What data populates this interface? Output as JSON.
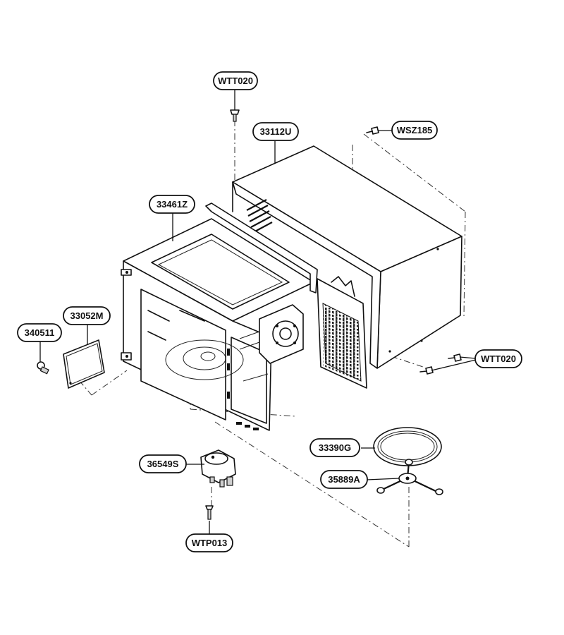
{
  "labels": {
    "wtt020_top": "WTT020",
    "p33112u": "33112U",
    "wsz185": "WSZ185",
    "p33461z": "33461Z",
    "p33052m": "33052M",
    "p340511": "340511",
    "wtt020_right": "WTT020",
    "p33390g": "33390G",
    "p35889a": "35889A",
    "p36549s": "36549S",
    "wtp013": "WTP013"
  }
}
